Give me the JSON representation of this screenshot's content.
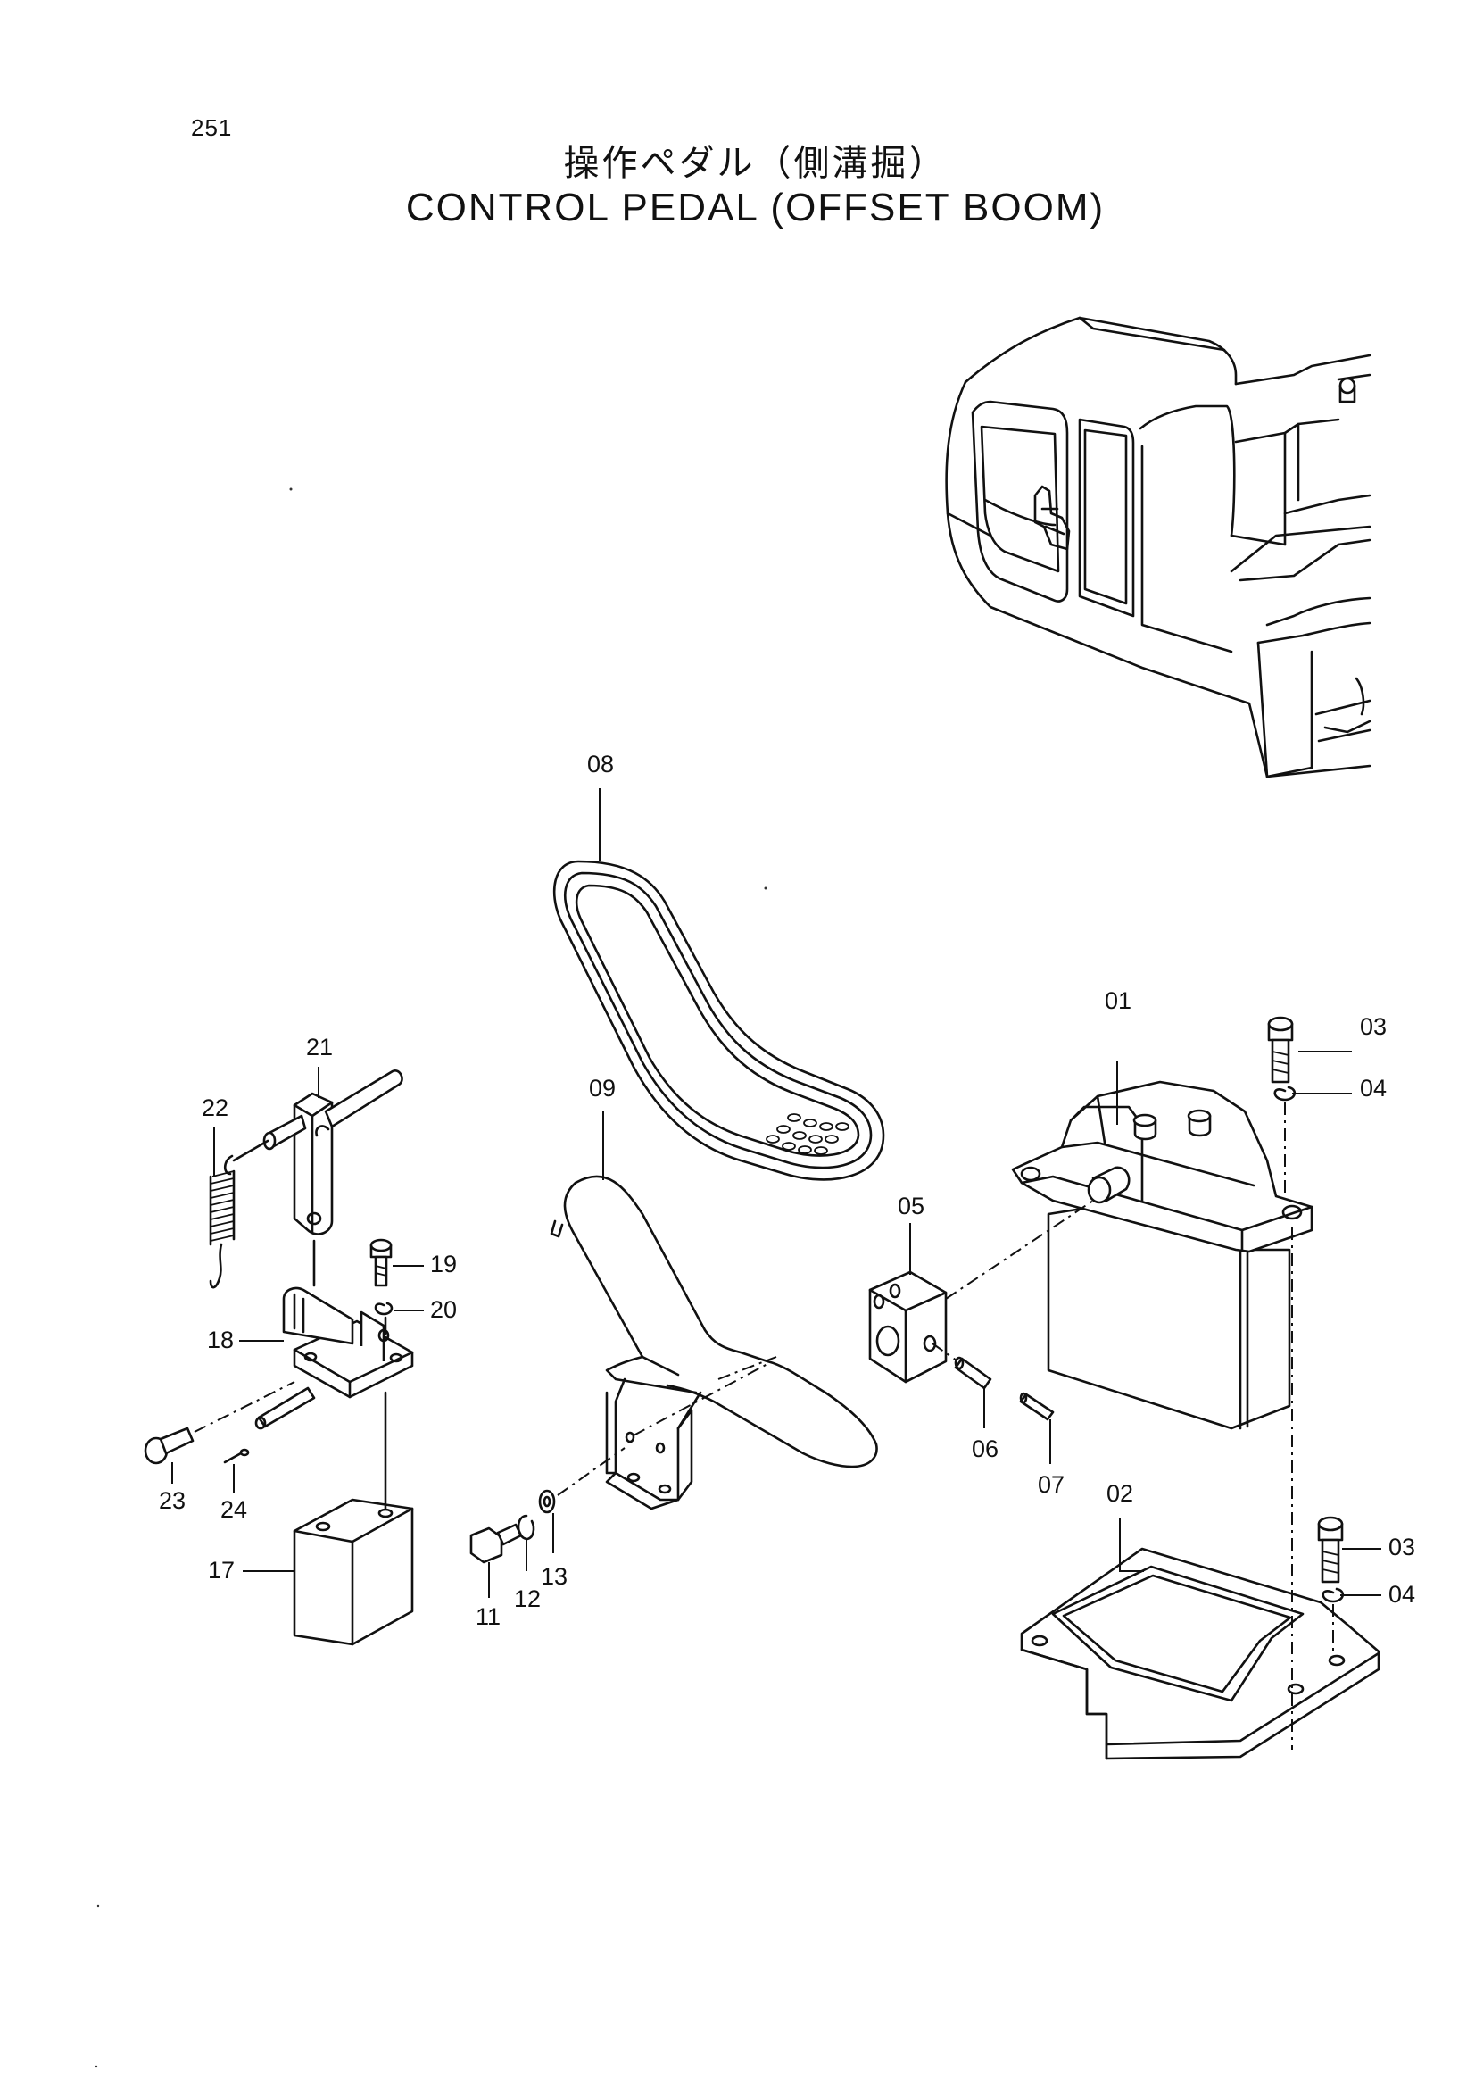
{
  "page_number": "251",
  "title_jp": "操作ペダル（側溝掘）",
  "title_en": "CONTROL PEDAL (OFFSET BOOM)",
  "callouts": {
    "p01": "01",
    "p02": "02",
    "p03a": "03",
    "p03b": "03",
    "p04a": "04",
    "p04b": "04",
    "p05": "05",
    "p06": "06",
    "p07": "07",
    "p08": "08",
    "p09": "09",
    "p11": "11",
    "p12": "12",
    "p13": "13",
    "p17": "17",
    "p18": "18",
    "p19": "19",
    "p20": "20",
    "p21": "21",
    "p22": "22",
    "p23": "23",
    "p24": "24"
  }
}
